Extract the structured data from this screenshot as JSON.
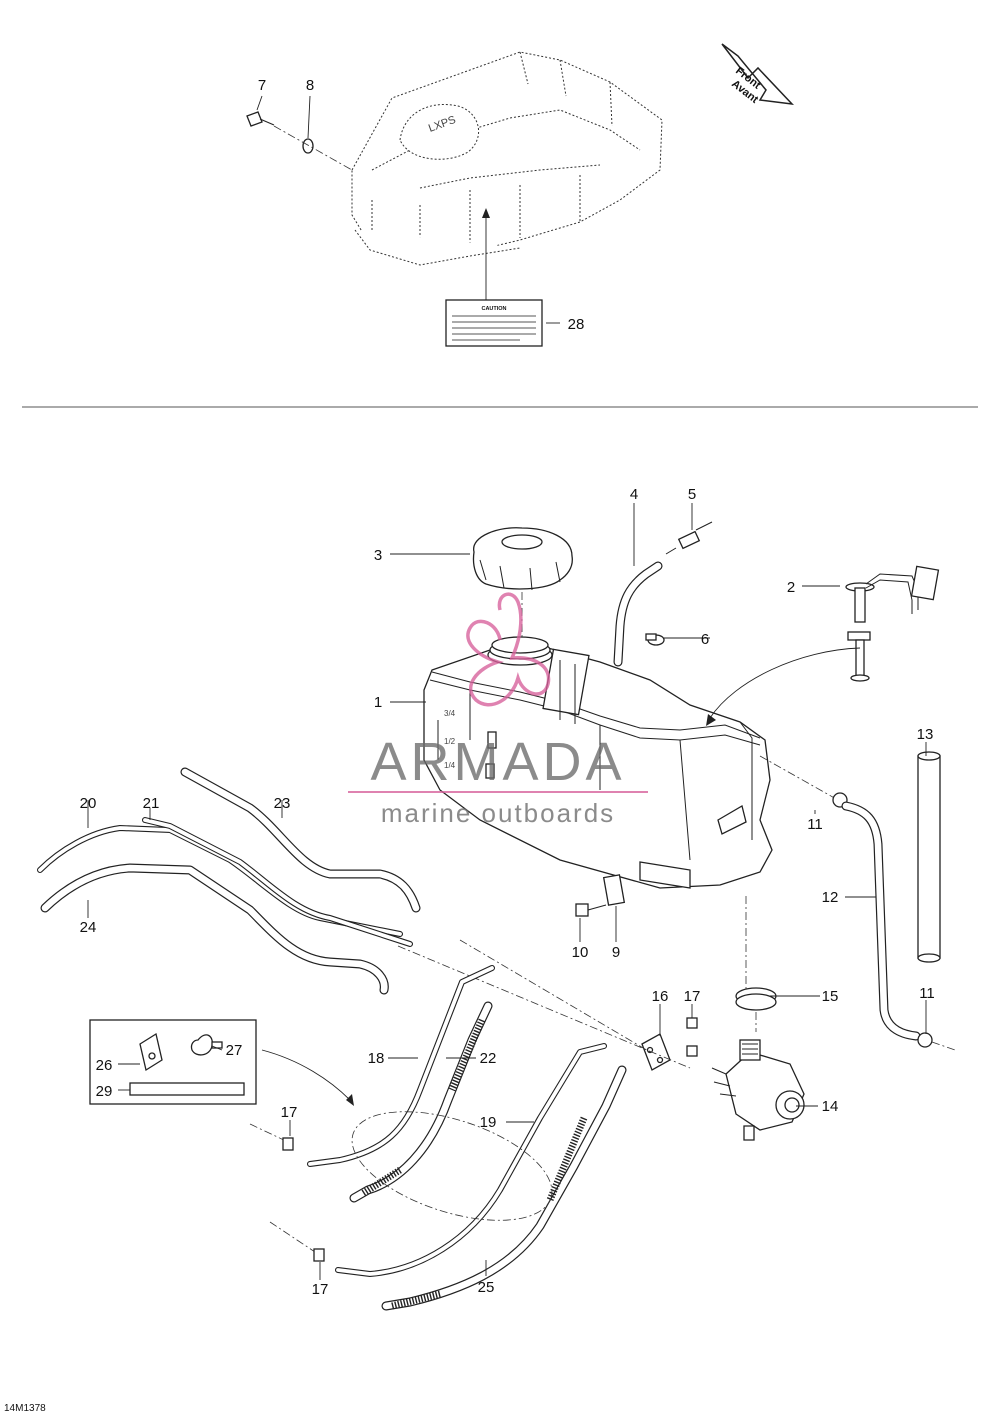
{
  "callouts": {
    "c1": "1",
    "c2": "2",
    "c3": "3",
    "c4": "4",
    "c5": "5",
    "c6": "6",
    "c7": "7",
    "c8": "8",
    "c9": "9",
    "c10": "10",
    "c11a": "11",
    "c11b": "11",
    "c12": "12",
    "c13": "13",
    "c14": "14",
    "c15": "15",
    "c16": "16",
    "c17a": "17",
    "c17b": "17",
    "c17c": "17",
    "c18": "18",
    "c19": "19",
    "c20": "20",
    "c21": "21",
    "c22": "22",
    "c23": "23",
    "c24": "24",
    "c25": "25",
    "c26": "26",
    "c27": "27",
    "c28": "28",
    "c29": "29"
  },
  "arrow": {
    "line1": "Front",
    "line2": "Avant"
  },
  "label_28": {
    "heading": "CAUTION"
  },
  "watermark": {
    "brand": "ARMADA",
    "tagline": "marine outboards",
    "color": "#d7609b"
  },
  "drawing_code": "14M1378"
}
